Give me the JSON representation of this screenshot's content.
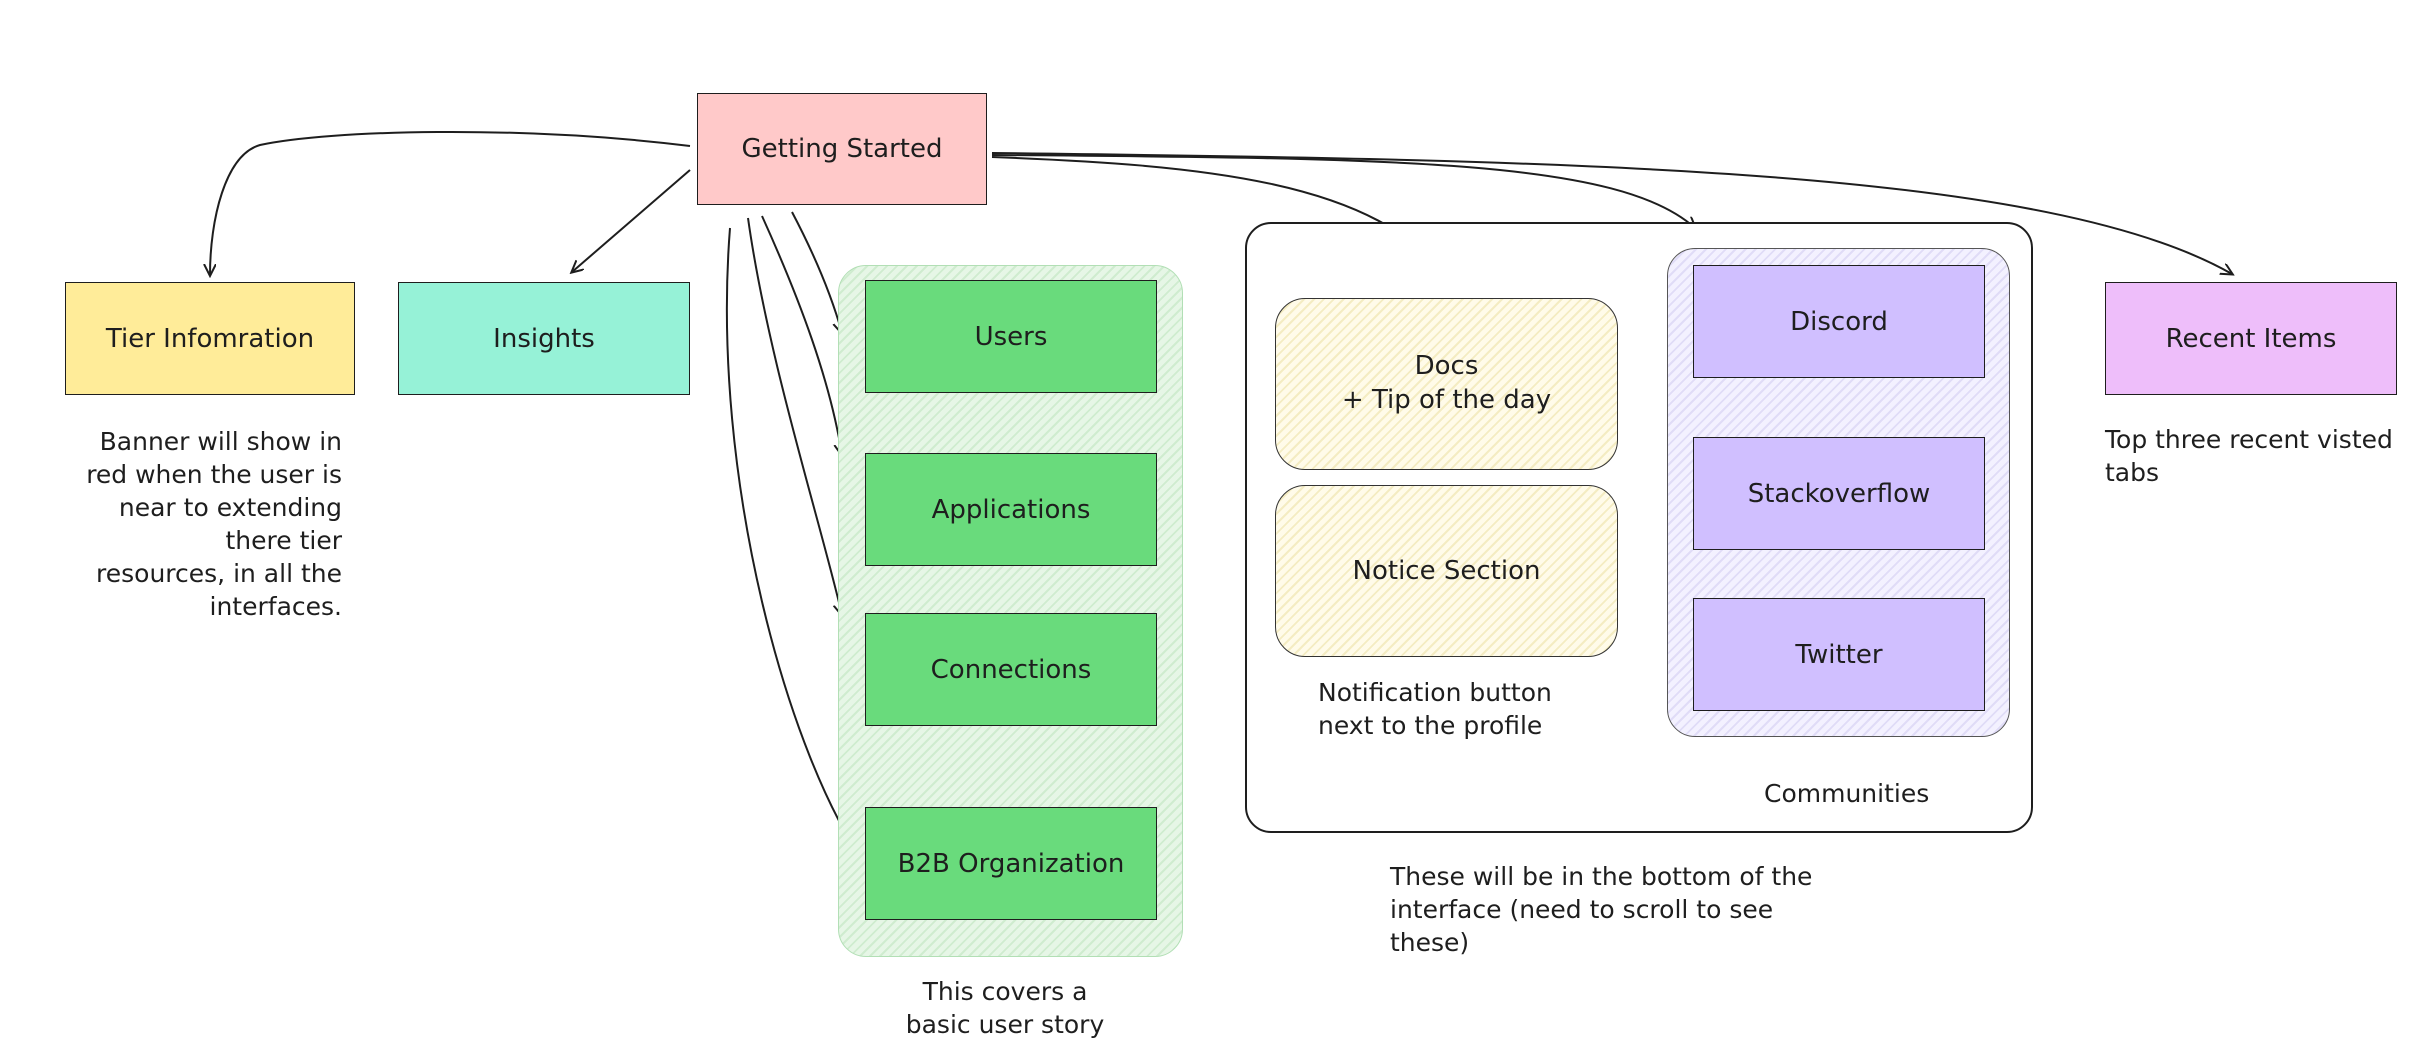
{
  "nodes": {
    "getting_started": "Getting Started",
    "tier_information": "Tier Infomration",
    "insights": "Insights",
    "users": "Users",
    "applications": "Applications",
    "connections": "Connections",
    "b2b_organization": "B2B Organization",
    "docs": "Docs\n+ Tip of the day",
    "notice_section": "Notice Section",
    "discord": "Discord",
    "stackoverflow": "Stackoverflow",
    "twitter": "Twitter",
    "recent_items": "Recent Items",
    "communities": "Communities"
  },
  "notes": {
    "tier_banner": "Banner will show in\nred when the user is\nnear to extending\nthere tier\nresources, in all the\ninterfaces.",
    "user_story": "This covers a\nbasic user story",
    "notification": "Notification button\nnext to the profile",
    "bottom": "These will  be in the bottom of the\ninterface (need to scroll to see\nthese)",
    "recent": "Top three recent visted\ntabs"
  },
  "colors": {
    "getting_started": "#ffc9c9",
    "tier_information": "#ffec99",
    "insights": "#96f2d7",
    "users_group": "#69db7c",
    "docs_group": "#fff9db",
    "communities": "#d0bfff",
    "recent_items": "#eebefa"
  }
}
